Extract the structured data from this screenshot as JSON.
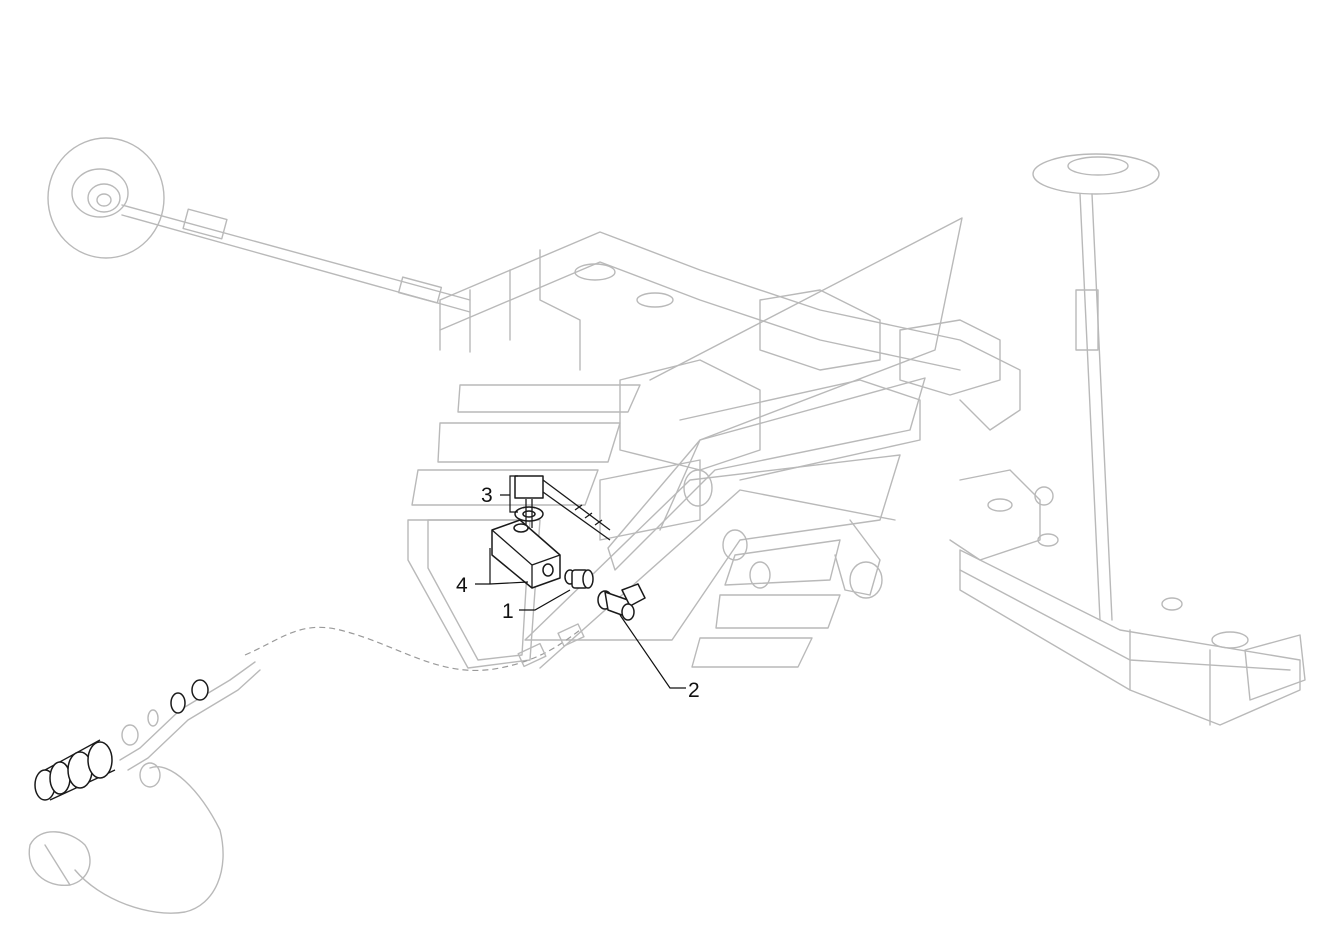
{
  "diagram": {
    "callouts": [
      {
        "id": "1",
        "text": "1"
      },
      {
        "id": "2",
        "text": "2"
      },
      {
        "id": "3",
        "text": "3"
      },
      {
        "id": "4",
        "text": "4"
      }
    ],
    "line_color": "#1a1a1a",
    "ghost_color": "#b9b9b9",
    "background": "#ffffff"
  }
}
